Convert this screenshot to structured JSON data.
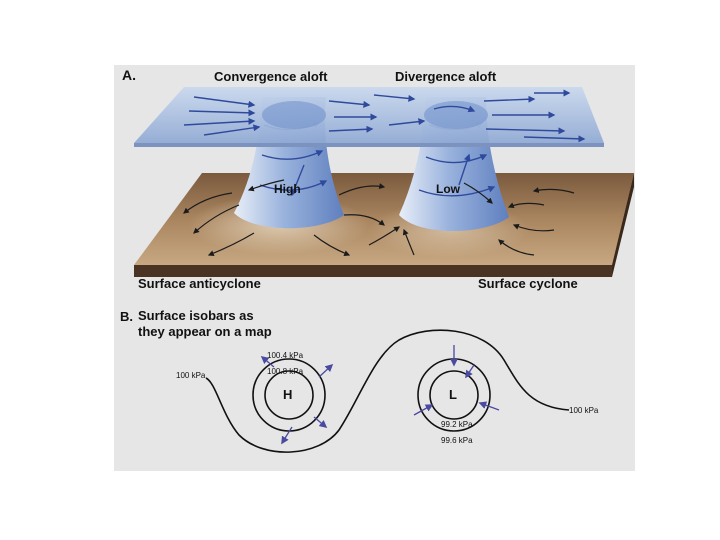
{
  "panel_a": {
    "letter": "A.",
    "convergence_label": "Convergence aloft",
    "divergence_label": "Divergence aloft",
    "high_label": "High",
    "low_label": "Low",
    "anticyclone_label": "Surface anticyclone",
    "cyclone_label": "Surface cyclone"
  },
  "panel_b": {
    "letter": "B.",
    "title_line1": "Surface isobars as",
    "title_line2": "they appear on a map",
    "high_symbol": "H",
    "low_symbol": "L",
    "isobar_left": "100 kPa",
    "isobar_right": "100 kPa",
    "high_outer": "100.4 kPa",
    "high_inner": "100.8 kPa",
    "low_inner": "99.2 kPa",
    "low_outer": "99.6 kPa"
  },
  "colors": {
    "panel_bg": "#e6e6e6",
    "air_flow": "#2f4a9c",
    "column_blue": "#8aa6d6",
    "ground_brown": "#9a7654",
    "isobar_line": "#111111"
  }
}
